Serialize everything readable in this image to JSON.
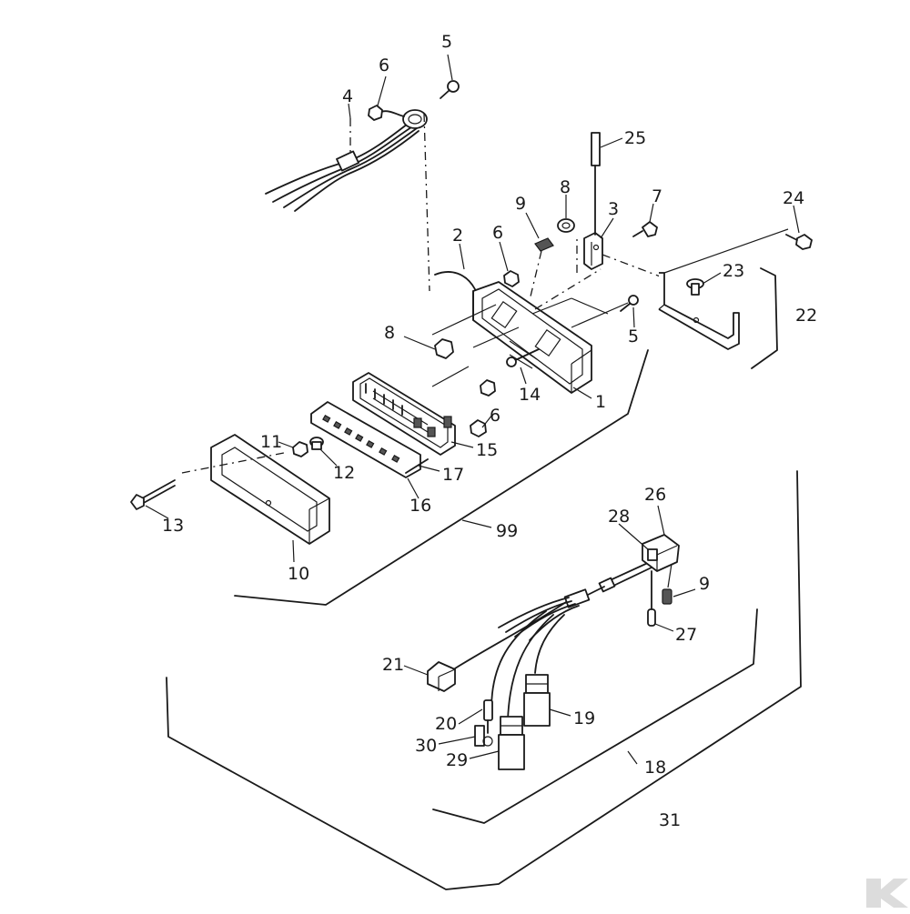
{
  "diagram": {
    "callouts": {
      "c1": "1",
      "c2": "2",
      "c3": "3",
      "c4": "4",
      "c5a": "5",
      "c5b": "5",
      "c6a": "6",
      "c6b": "6",
      "c6c": "6",
      "c7": "7",
      "c8a": "8",
      "c8b": "8",
      "c9a": "9",
      "c9b": "9",
      "c10": "10",
      "c11": "11",
      "c12": "12",
      "c13": "13",
      "c14": "14",
      "c15": "15",
      "c16": "16",
      "c17": "17",
      "c18": "18",
      "c19": "19",
      "c20": "20",
      "c21": "21",
      "c22": "22",
      "c23": "23",
      "c24": "24",
      "c25": "25",
      "c26": "26",
      "c27": "27",
      "c28": "28",
      "c29": "29",
      "c30": "30",
      "c31": "31",
      "c99": "99"
    },
    "colors": {
      "line": "#1a1a1a",
      "background": "#ffffff",
      "watermark": "#d9d9d9"
    },
    "watermark_icon": "logo-k-icon"
  }
}
